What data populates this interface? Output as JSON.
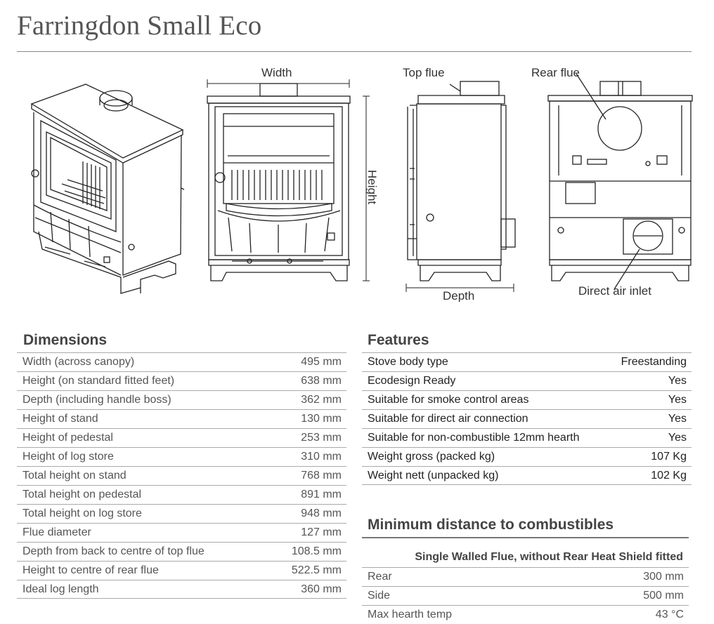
{
  "title": "Farringdon Small Eco",
  "diagram_labels": {
    "width": "Width",
    "height": "Height",
    "depth": "Depth",
    "top_flue": "Top flue",
    "rear_flue": "Rear flue",
    "direct_air_inlet": "Direct air inlet"
  },
  "dimensions": {
    "heading": "Dimensions",
    "rows": [
      {
        "label": "Width (across canopy)",
        "value": "495 mm"
      },
      {
        "label": "Height (on standard fitted feet)",
        "value": "638 mm"
      },
      {
        "label": "Depth (including handle boss)",
        "value": "362 mm"
      },
      {
        "label": "Height of stand",
        "value": "130 mm"
      },
      {
        "label": "Height of pedestal",
        "value": "253 mm"
      },
      {
        "label": "Height of log store",
        "value": "310 mm"
      },
      {
        "label": "Total height on stand",
        "value": "768 mm"
      },
      {
        "label": "Total height on pedestal",
        "value": "891 mm"
      },
      {
        "label": "Total height on log store",
        "value": "948 mm"
      },
      {
        "label": "Flue diameter",
        "value": "127 mm"
      },
      {
        "label": "Depth from back to centre of top flue",
        "value": "108.5 mm"
      },
      {
        "label": "Height to centre of rear flue",
        "value": "522.5 mm"
      },
      {
        "label": "Ideal log length",
        "value": "360 mm"
      }
    ]
  },
  "features": {
    "heading": "Features",
    "rows": [
      {
        "label": "Stove body type",
        "value": "Freestanding"
      },
      {
        "label": "Ecodesign Ready",
        "value": "Yes"
      },
      {
        "label": "Suitable for smoke control areas",
        "value": "Yes"
      },
      {
        "label": "Suitable for direct air connection",
        "value": "Yes"
      },
      {
        "label": "Suitable for non-combustible 12mm hearth",
        "value": "Yes"
      },
      {
        "label": "Weight gross (packed kg)",
        "value": "107 Kg"
      },
      {
        "label": "Weight nett (unpacked kg)",
        "value": "102 Kg"
      }
    ]
  },
  "combustibles": {
    "heading": "Minimum distance to combustibles",
    "subheading": "Single Walled Flue, without Rear Heat Shield fitted",
    "rows": [
      {
        "label": "Rear",
        "value": "300 mm"
      },
      {
        "label": "Side",
        "value": "500 mm"
      },
      {
        "label": "Max hearth temp",
        "value": "43 °C"
      }
    ]
  }
}
